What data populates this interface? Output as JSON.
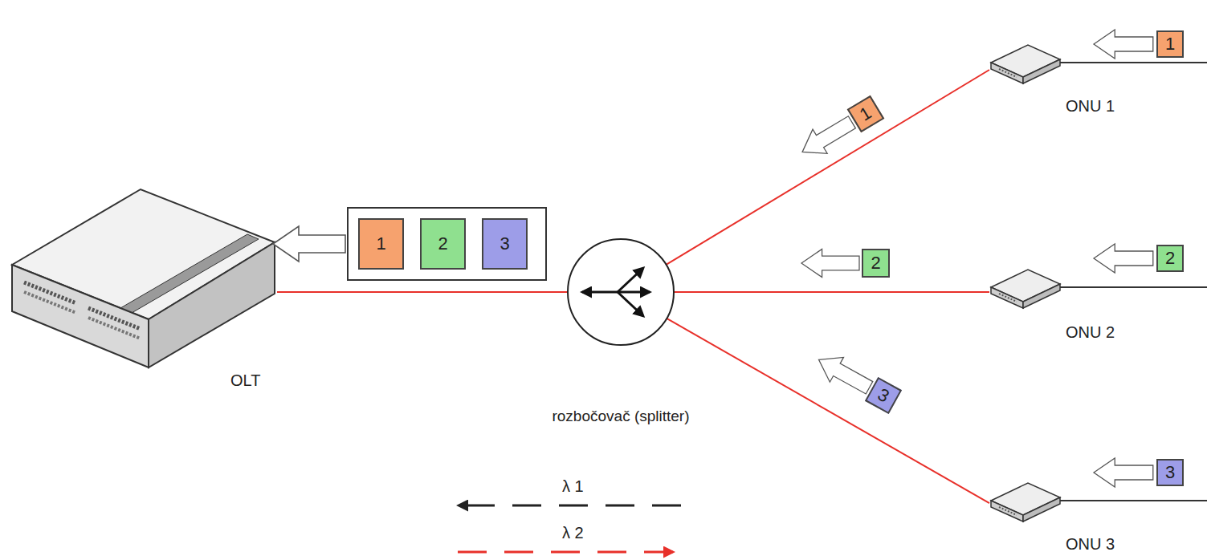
{
  "diagram": {
    "nodes": [
      {
        "text": [
          "OLT"
        ]
      },
      {
        "text": []
      },
      {
        "text": [
          "1"
        ],
        "in": 1
      },
      {
        "text": [
          "2"
        ],
        "in": 1
      },
      {
        "text": [
          "3"
        ],
        "in": 1
      },
      {
        "text": [
          "rozbočovač (splitter)"
        ]
      },
      {
        "text": [
          "1"
        ]
      },
      {
        "text": [
          "2"
        ]
      },
      {
        "text": [
          "3"
        ]
      },
      {
        "text": [
          "ONU 1"
        ]
      },
      {
        "text": [
          "1"
        ]
      },
      {
        "text": [
          "ONU 2"
        ]
      },
      {
        "text": [
          "2"
        ]
      },
      {
        "text": [
          "ONU 3"
        ]
      },
      {
        "text": [
          "3"
        ]
      }
    ],
    "edges": [
      {
        "from": 0,
        "to": 5,
        "arrow": "none"
      },
      {
        "from": 5,
        "to": 9,
        "arrow": "none"
      },
      {
        "from": 5,
        "to": 11,
        "arrow": "none"
      },
      {
        "from": 5,
        "to": 13,
        "arrow": "none"
      }
    ],
    "legend": [
      {
        "text": "λ 1"
      },
      {
        "text": "λ 2"
      }
    ]
  }
}
